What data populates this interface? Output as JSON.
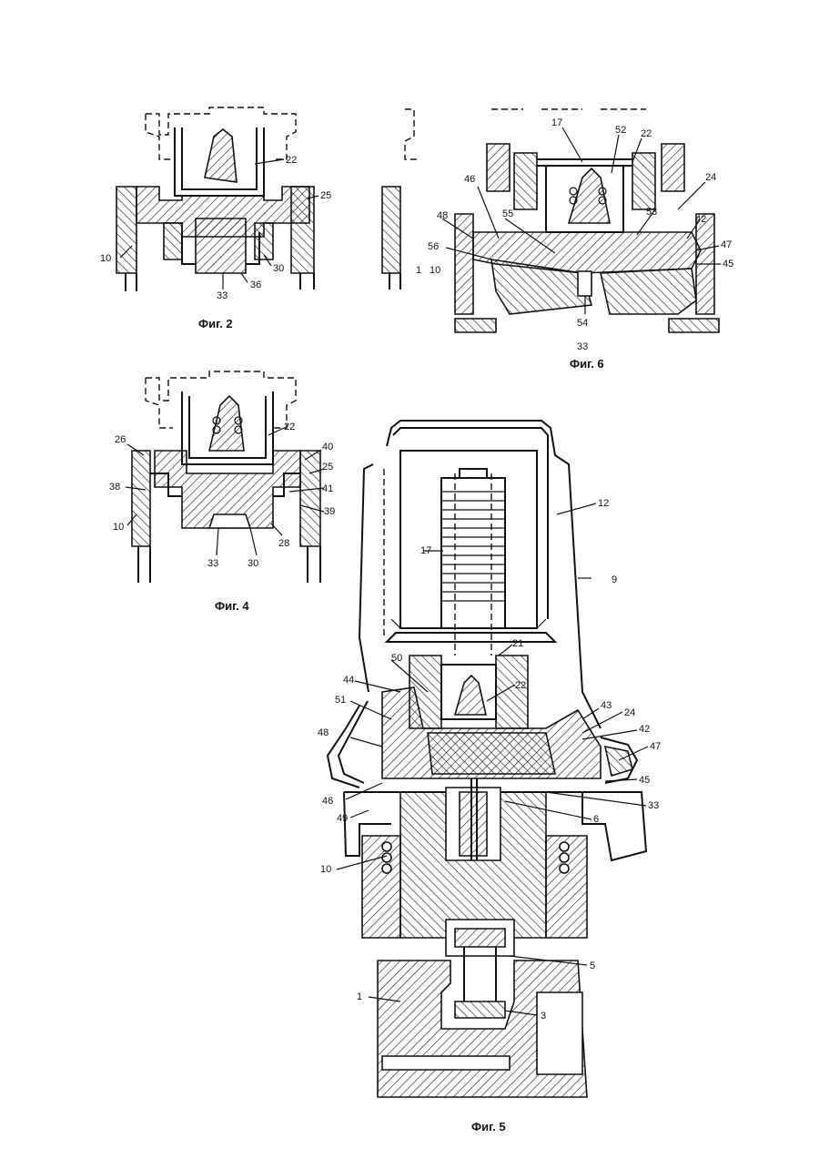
{
  "figures": [
    {
      "caption": "Фиг. 2",
      "labels": [
        "22",
        "25",
        "10",
        "30",
        "36",
        "33"
      ]
    },
    {
      "caption": "Фиг. 6",
      "labels": [
        "17",
        "52",
        "22",
        "24",
        "46",
        "55",
        "53",
        "42",
        "48",
        "47",
        "56",
        "45",
        "10",
        "54",
        "33"
      ]
    },
    {
      "caption": "Фиг. 4",
      "labels": [
        "22",
        "26",
        "40",
        "25",
        "38",
        "41",
        "10",
        "39",
        "28",
        "33",
        "30"
      ]
    },
    {
      "caption": "Фиг. 5",
      "labels": [
        "12",
        "9",
        "17",
        "21",
        "50",
        "22",
        "44",
        "43",
        "24",
        "51",
        "42",
        "48",
        "47",
        "45",
        "46",
        "33",
        "49",
        "6",
        "10",
        "5",
        "1",
        "3"
      ]
    }
  ],
  "fig1_labels": {
    "l22": "22",
    "l25": "25",
    "l10": "10",
    "l30": "30",
    "l36": "36",
    "l33": "33"
  },
  "fig6_labels": {
    "l17": "17",
    "l52": "52",
    "l22": "22",
    "l24": "24",
    "l46": "46",
    "l55": "55",
    "l53": "53",
    "l42": "42",
    "l48": "48",
    "l47": "47",
    "l56": "56",
    "l45": "45",
    "l10": "10",
    "l1": "1",
    "l54": "54",
    "l33": "33"
  },
  "fig4_labels": {
    "l22": "22",
    "l26": "26",
    "l40": "40",
    "l25": "25",
    "l38": "38",
    "l41": "41",
    "l10": "10",
    "l39": "39",
    "l28": "28",
    "l33": "33",
    "l30": "30"
  },
  "fig5_labels": {
    "l12": "12",
    "l9": "9",
    "l17": "17",
    "l21": "21",
    "l50": "50",
    "l22": "22",
    "l44": "44",
    "l43": "43",
    "l24": "24",
    "l51": "51",
    "l42": "42",
    "l48": "48",
    "l47": "47",
    "l45": "45",
    "l46": "46",
    "l33": "33",
    "l49": "49",
    "l6": "6",
    "l10": "10",
    "l5": "5",
    "l1": "1",
    "l3": "3"
  },
  "captions": {
    "fig2": "Фиг. 2",
    "fig6": "Фиг. 6",
    "fig4": "Фиг. 4",
    "fig5": "Фиг. 5"
  }
}
